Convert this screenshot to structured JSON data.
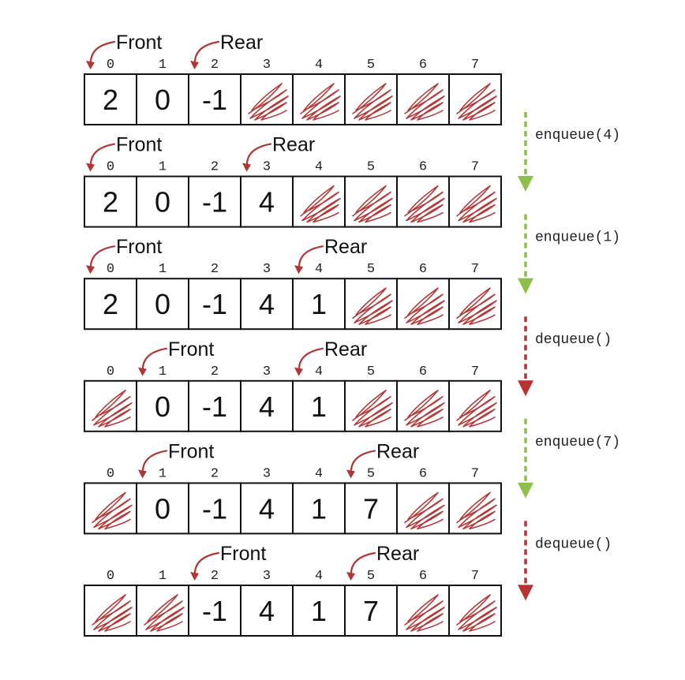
{
  "labels": {
    "front": "Front",
    "rear": "Rear"
  },
  "indices": [
    "0",
    "1",
    "2",
    "3",
    "4",
    "5",
    "6",
    "7"
  ],
  "colors": {
    "scribble": "#b43a3a",
    "pointer": "#b23434",
    "enqueue_arrow": "#8cc04a",
    "dequeue_arrow": "#b83232"
  },
  "states": [
    {
      "cells": [
        "2",
        "0",
        "-1",
        null,
        null,
        null,
        null,
        null
      ],
      "front": 0,
      "rear": 2
    },
    {
      "cells": [
        "2",
        "0",
        "-1",
        "4",
        null,
        null,
        null,
        null
      ],
      "front": 0,
      "rear": 3
    },
    {
      "cells": [
        "2",
        "0",
        "-1",
        "4",
        "1",
        null,
        null,
        null
      ],
      "front": 0,
      "rear": 4
    },
    {
      "cells": [
        null,
        "0",
        "-1",
        "4",
        "1",
        null,
        null,
        null
      ],
      "front": 1,
      "rear": 4
    },
    {
      "cells": [
        null,
        "0",
        "-1",
        "4",
        "1",
        "7",
        null,
        null
      ],
      "front": 1,
      "rear": 5
    },
    {
      "cells": [
        null,
        null,
        "-1",
        "4",
        "1",
        "7",
        null,
        null
      ],
      "front": 2,
      "rear": 5
    }
  ],
  "operations": [
    {
      "text": "enqueue(4)",
      "kind": "enqueue"
    },
    {
      "text": "enqueue(1)",
      "kind": "enqueue"
    },
    {
      "text": "dequeue()",
      "kind": "dequeue"
    },
    {
      "text": "enqueue(7)",
      "kind": "enqueue"
    },
    {
      "text": "dequeue()",
      "kind": "dequeue"
    }
  ]
}
